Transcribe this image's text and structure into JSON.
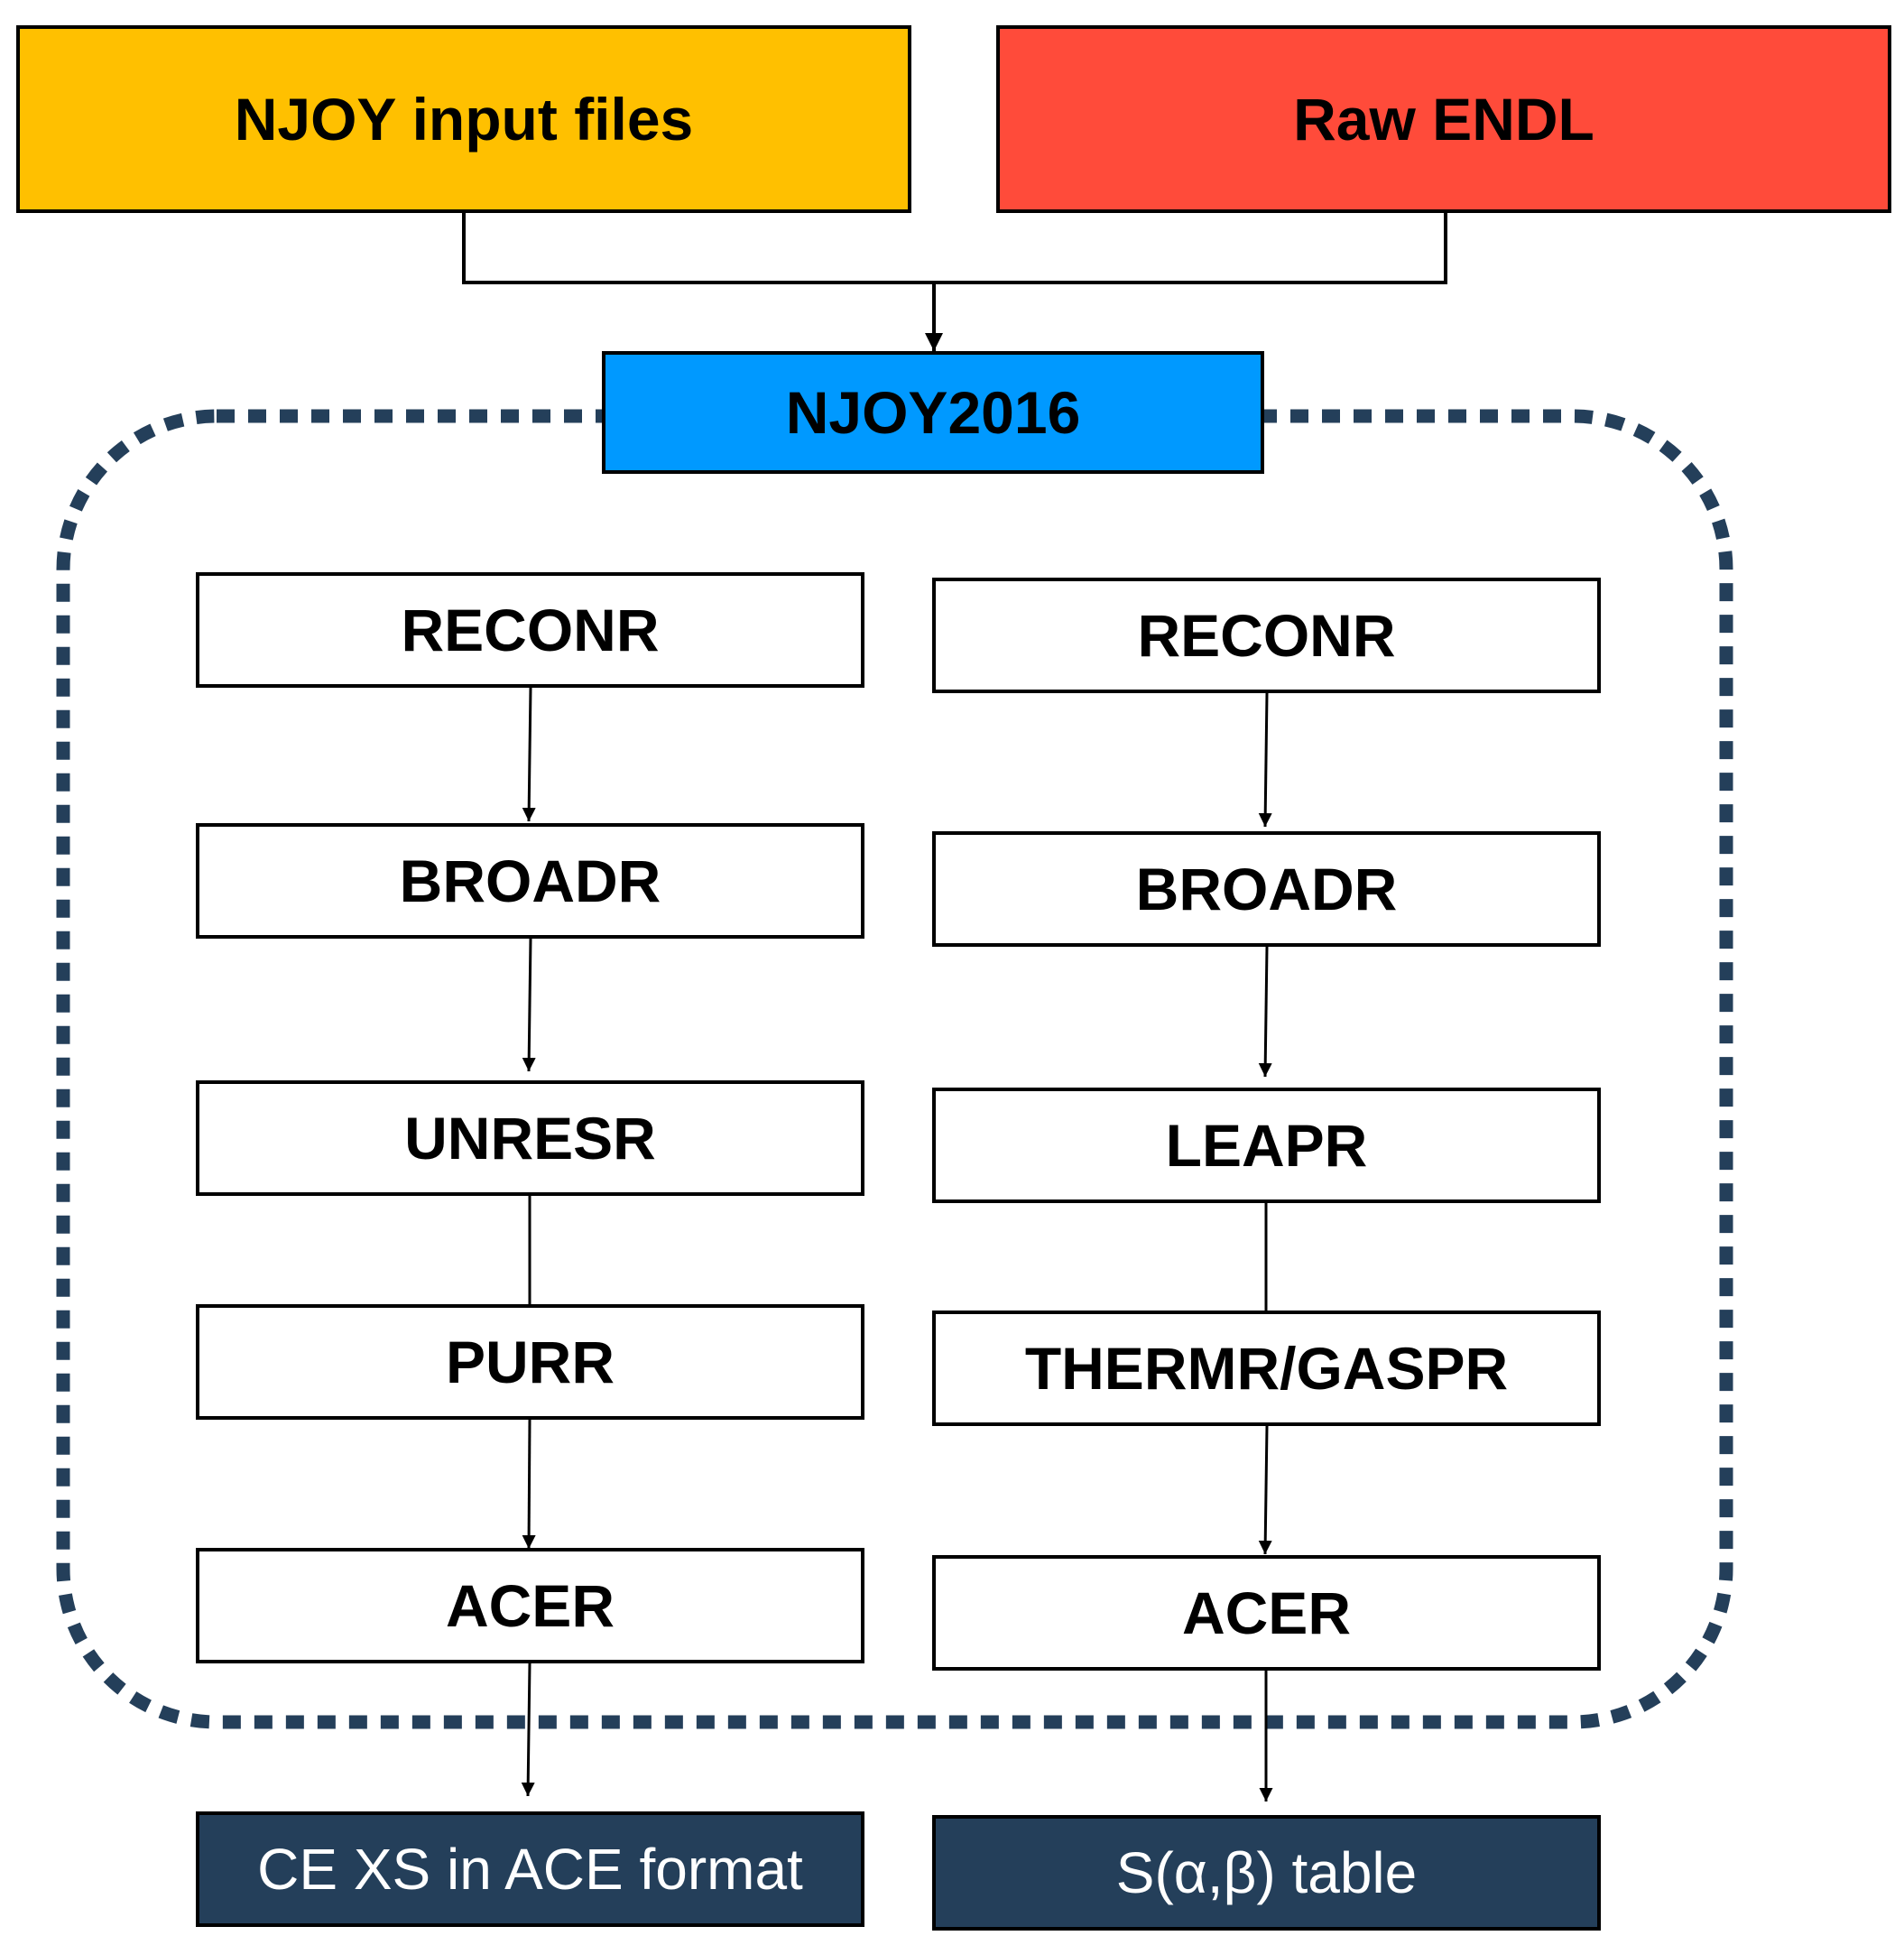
{
  "inputs": {
    "njoy_input_files": "NJOY input files",
    "raw_endl": "Raw ENDL"
  },
  "processor": {
    "label": "NJOY2016"
  },
  "left_chain": [
    "RECONR",
    "BROADR",
    "UNRESR",
    "PURR",
    "ACER"
  ],
  "right_chain": [
    "RECONR",
    "BROADR",
    "LEAPR",
    "THERMR/GASPR",
    "ACER"
  ],
  "outputs": {
    "left": "CE XS in ACE format",
    "right": "S(α,β) table"
  },
  "colors": {
    "njoy_input_files": "#ffc000",
    "raw_endl": "#ff4b3a",
    "njoy2016": "#0099ff",
    "output": "#243f5a",
    "dotted_border": "#243f5a"
  }
}
